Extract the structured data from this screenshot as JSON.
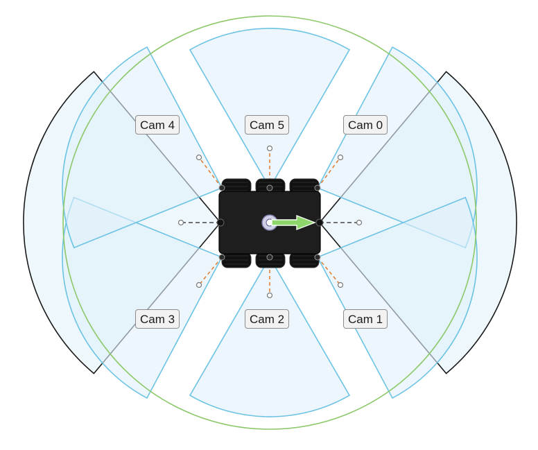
{
  "cameras": [
    {
      "id": "cam0",
      "label": "Cam 0"
    },
    {
      "id": "cam1",
      "label": "Cam 1"
    },
    {
      "id": "cam2",
      "label": "Cam 2"
    },
    {
      "id": "cam3",
      "label": "Cam 3"
    },
    {
      "id": "cam4",
      "label": "Cam 4"
    },
    {
      "id": "cam5",
      "label": "Cam 5"
    }
  ],
  "colors": {
    "camera_fov_fill": "#dff0fa",
    "camera_fov_stroke": "#6cc3e3",
    "lidar_ring": "#8cc86a",
    "lidar_ring_fill": "#e9f5f8",
    "wide_sensor_stroke": "#1a1a1a",
    "camera_axis": "#e07b2e",
    "lidar_axis": "#444444",
    "robot_body": "#1e1e1e",
    "heading_arrow": "#8ed56b"
  },
  "icons": {
    "robot": "robot-chassis-icon",
    "heading": "heading-arrow-icon"
  }
}
